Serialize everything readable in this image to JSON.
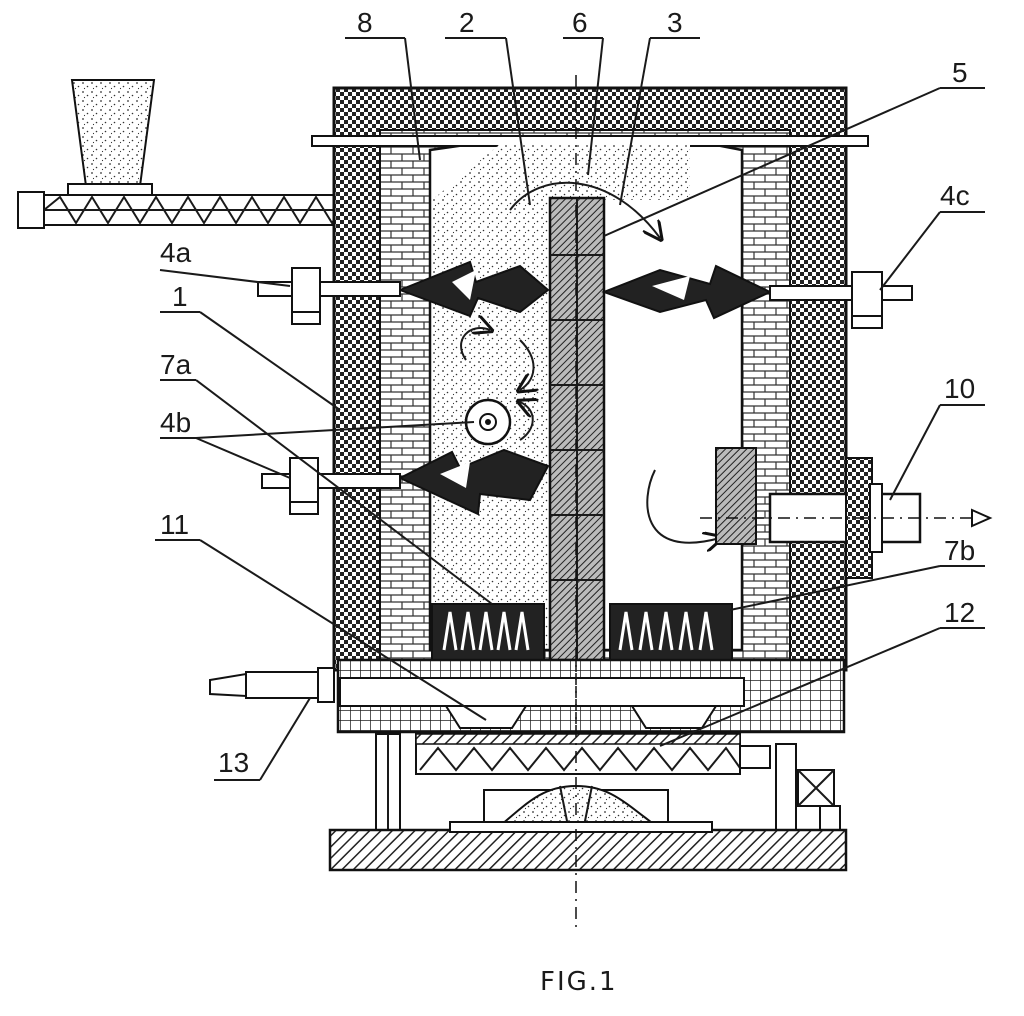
{
  "figure": {
    "caption": "FIG.1",
    "labels": {
      "l8": "8",
      "l2": "2",
      "l6": "6",
      "l3": "3",
      "l5": "5",
      "l4a": "4a",
      "l4c": "4c",
      "l1": "1",
      "l7a": "7a",
      "l4b": "4b",
      "l10": "10",
      "l11": "11",
      "l7b": "7b",
      "l12": "12",
      "l13": "13"
    }
  },
  "colors": {
    "ink": "#111111",
    "paper": "#ffffff"
  }
}
